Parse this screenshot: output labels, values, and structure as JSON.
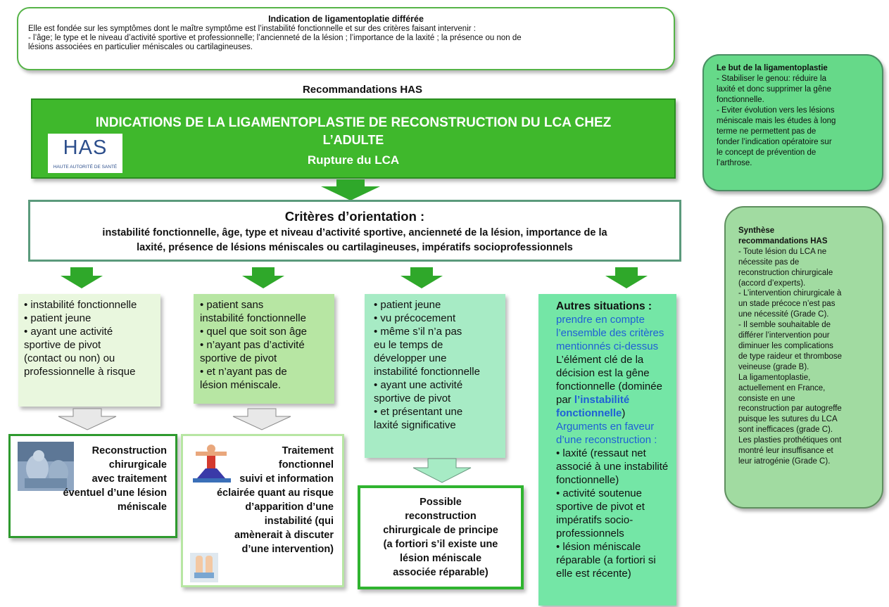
{
  "indication": {
    "title": "Indication de ligamentoplatie différée",
    "lines": [
      "Elle est fondée sur les symptômes dont le maître symptôme est l’instabilité fonctionnelle et sur des critères faisant intervenir :",
      "- l’âge; le type et le niveau d’activité sportive et professionnelle; l’ancienneté de la lésion ; l’importance de la laxité ; la présence ou non de",
      "lésions associées en particulier méniscales ou cartilagineuses."
    ]
  },
  "recommendations_title": "Recommandations HAS",
  "banner": {
    "line1": "INDICATIONS DE LA LIGAMENTOPLASTIE DE RECONSTRUCTION DU LCA CHEZ",
    "line2": "L’ADULTE",
    "line3": "Rupture du LCA",
    "logo_text": "HAS",
    "logo_sub": "HAUTE AUTORITÉ DE SANTÉ"
  },
  "criteria": {
    "title": "Critères d’orientation :",
    "line1": "instabilité fonctionnelle, âge, type et niveau d’activité sportive, ancienneté de la lésion, importance de la",
    "line2": "laxité, présence de lésions méniscales ou cartilagineuses, impératifs socioprofessionnels"
  },
  "box_a": {
    "lines": [
      "• instabilité fonctionnelle",
      "• patient jeune",
      "• ayant une activité",
      "sportive de pivot",
      "(contact ou non) ou",
      "professionnelle à risque"
    ]
  },
  "box_b": {
    "lines": [
      "• patient sans",
      "instabilité fonctionnelle",
      "• quel que soit son âge",
      "• n’ayant pas d’activité",
      "sportive de pivot",
      "• et n’ayant pas de",
      "lésion méniscale."
    ]
  },
  "box_c": {
    "lines": [
      "• patient jeune",
      "• vu précocement",
      "• même s’il n’a pas",
      "eu le temps de",
      "développer une",
      "instabilité fonctionnelle",
      "• ayant une activité",
      "sportive de pivot",
      "• et présentant une",
      "laxité significative"
    ]
  },
  "box_d": {
    "title": "Autres situations :",
    "blue1": [
      "prendre en compte",
      "l’ensemble des critères",
      "mentionnés ci-dessus"
    ],
    "text1": [
      "L’élément clé de la",
      "décision est la gêne",
      "fonctionnelle (dominée"
    ],
    "par": "par ",
    "bold1": "l’instabilité",
    "bold2": "fonctionnelle",
    "close": ")",
    "blue2": [
      "Arguments en faveur",
      "d’une reconstruction :"
    ],
    "text2": [
      "• laxité (ressaut net",
      "associé à une instabilité",
      "fonctionnelle)",
      "• activité soutenue",
      "sportive de pivot et",
      "impératifs socio-",
      "professionnels",
      "• lésion méniscale",
      "réparable (a fortiori si",
      "elle est récente)"
    ]
  },
  "out_a": {
    "lines": [
      "Reconstruction",
      "chirurgicale",
      "avec traitement",
      "éventuel d’une lésion",
      "méniscale"
    ]
  },
  "out_b": {
    "lines": [
      "Traitement",
      "fonctionnel",
      "suivi et information",
      "éclairée quant au risque",
      "d’apparition d’une",
      "instabilité (qui",
      "amènerait à discuter",
      "d’une intervention)"
    ]
  },
  "out_c": {
    "lines": [
      "Possible",
      "reconstruction",
      "chirurgicale de principe",
      "(a fortiori s’il existe une",
      "lésion méniscale",
      "associée réparable)"
    ]
  },
  "but_box": {
    "title": "Le but de la ligamentoplastie",
    "lines": [
      "- Stabiliser le genou: réduire la",
      "laxité et donc supprimer la gêne",
      "fonctionnelle.",
      "- Eviter évolution vers les lésions",
      "méniscale mais les études à long",
      "terme ne permettent pas de",
      "fonder l’indication opératoire sur",
      "le concept de prévention de",
      "l’arthrose."
    ]
  },
  "synthese_box": {
    "title1": "Synthèse",
    "title2": "recommandations HAS",
    "lines": [
      "- Toute lésion du LCA ne",
      "nécessite pas de",
      "reconstruction chirurgicale",
      "(accord d’experts).",
      "- L’intervention chirurgicale à",
      "un stade précoce n’est pas",
      "une nécessité (Grade C).",
      "-  Il semble souhaitable de",
      "différer l’intervention pour",
      "diminuer les complications",
      "de type raideur et thrombose",
      "veineuse (grade B).",
      " La ligamentoplastie,",
      "actuellement en France,",
      "consiste en une",
      "reconstruction par autogreffe",
      "puisque les sutures du LCA",
      "sont inefficaces (grade C).",
      "Les plasties prothétiques ont",
      "montré leur insuffisance et",
      "leur iatrogénie (Grade C)."
    ]
  },
  "colors": {
    "banner_green": "#3fb82c",
    "box_a": "#e9f7de",
    "box_b": "#b7e6a3",
    "box_c": "#a7ebc5",
    "box_d": "#74e6a6",
    "side_top": "#66d989",
    "side_bottom": "#a1dba1",
    "blue_text": "#1f5fd6"
  }
}
